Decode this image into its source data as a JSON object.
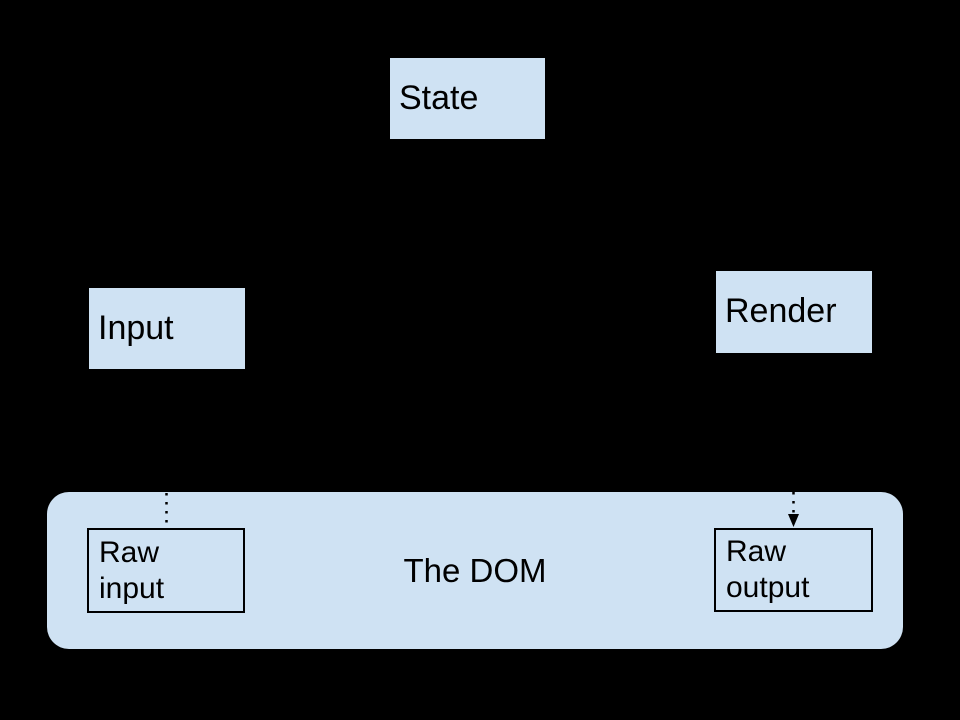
{
  "canvas": {
    "background_color": "#000000"
  },
  "diagram": {
    "colors": {
      "node_fill": "#cfe2f3",
      "node_border": "#000000",
      "text": "#000000",
      "connector": "#000000"
    },
    "nodes": {
      "state": {
        "label": "State"
      },
      "input": {
        "label": "Input"
      },
      "render": {
        "label": "Render"
      },
      "dom": {
        "label": "The DOM"
      },
      "raw_input": {
        "label": "Raw\ninput"
      },
      "raw_output": {
        "label": "Raw\noutput"
      }
    },
    "connectors": [
      {
        "id": "raw-input-connector",
        "style": "dotted",
        "arrowhead": "none",
        "visible_span": "top edge of The DOM container down to top of Raw input box"
      },
      {
        "id": "raw-output-connector",
        "style": "dotted",
        "arrowhead": "down",
        "visible_span": "top edge of The DOM container down into top of Raw output box"
      }
    ]
  }
}
